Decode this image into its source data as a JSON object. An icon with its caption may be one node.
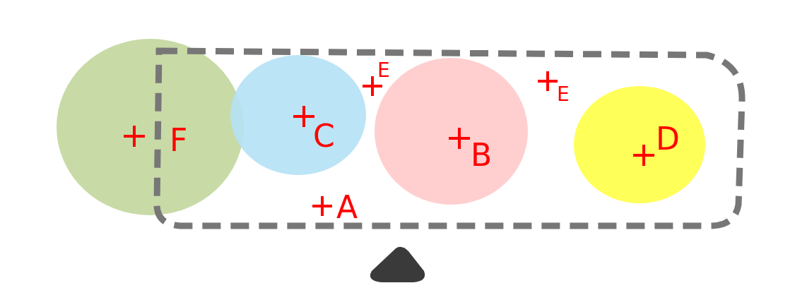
{
  "diagram": {
    "nodes": [
      {
        "text": [
          "F"
        ]
      },
      {
        "text": [
          "C"
        ]
      },
      {
        "text": [
          "B"
        ]
      },
      {
        "text": [
          "D"
        ]
      },
      {
        "text": [],
        "shape": "triangle"
      }
    ],
    "labels": [
      "E",
      "E",
      "A"
    ]
  }
}
